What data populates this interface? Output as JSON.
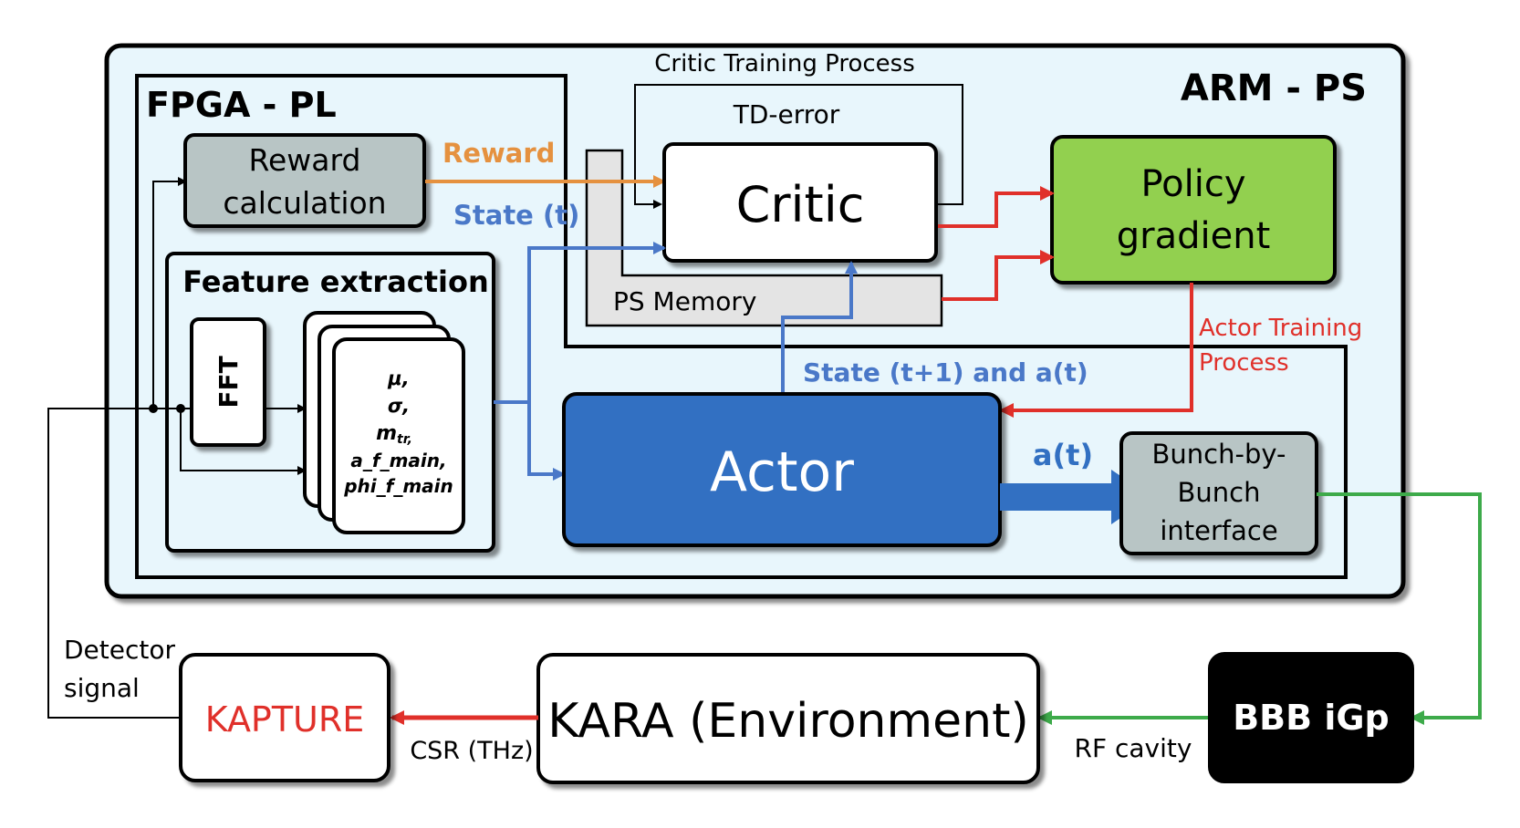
{
  "colors": {
    "arm_bg": "#e8f6fc",
    "reward_box": "#b8c5c5",
    "policy_box": "#92d050",
    "actor_box": "#3270c2",
    "bunch_box": "#b8c5c5",
    "memory_box": "#e4e4e4",
    "bbb_box": "#000000",
    "orange": "#e5913f",
    "blue": "#4a78c8",
    "red": "#e0302a",
    "green": "#3daa4a",
    "kapture_text": "#e0302a"
  },
  "arm_ps": {
    "label": "ARM - PS"
  },
  "fpga_pl": {
    "label": "FPGA - PL"
  },
  "critic_training": {
    "label": "Critic Training Process",
    "td_error": "TD-error"
  },
  "reward_calc": {
    "line1": "Reward",
    "line2": "calculation"
  },
  "reward_arrow": {
    "label": "Reward"
  },
  "state_t": {
    "label": "State (t)"
  },
  "critic": {
    "label": "Critic"
  },
  "policy_gradient": {
    "line1": "Policy",
    "line2": "gradient"
  },
  "ps_memory": {
    "label": "PS Memory"
  },
  "feature_extraction": {
    "title": "Feature extraction",
    "fft": "FFT",
    "features": [
      "μ,",
      "σ,",
      "m",
      "a_f_main,",
      "phi_f_main"
    ],
    "m_sub": "tr,"
  },
  "actor_training": {
    "line1": "Actor Training",
    "line2": "Process"
  },
  "state_t1": {
    "label": "State (t+1) and a(t)"
  },
  "actor": {
    "label": "Actor"
  },
  "a_t": {
    "label": "a(t)"
  },
  "bunch_interface": {
    "line1": "Bunch-by-",
    "line2": "Bunch",
    "line3": "interface"
  },
  "detector_signal": {
    "line1": "Detector",
    "line2": "signal"
  },
  "kapture": {
    "label": "KAPTURE"
  },
  "csr": {
    "label": "CSR (THz)"
  },
  "kara": {
    "label": "KARA (Environment)"
  },
  "rf_cavity": {
    "label": "RF cavity"
  },
  "bbb_igp": {
    "label": "BBB iGp"
  }
}
